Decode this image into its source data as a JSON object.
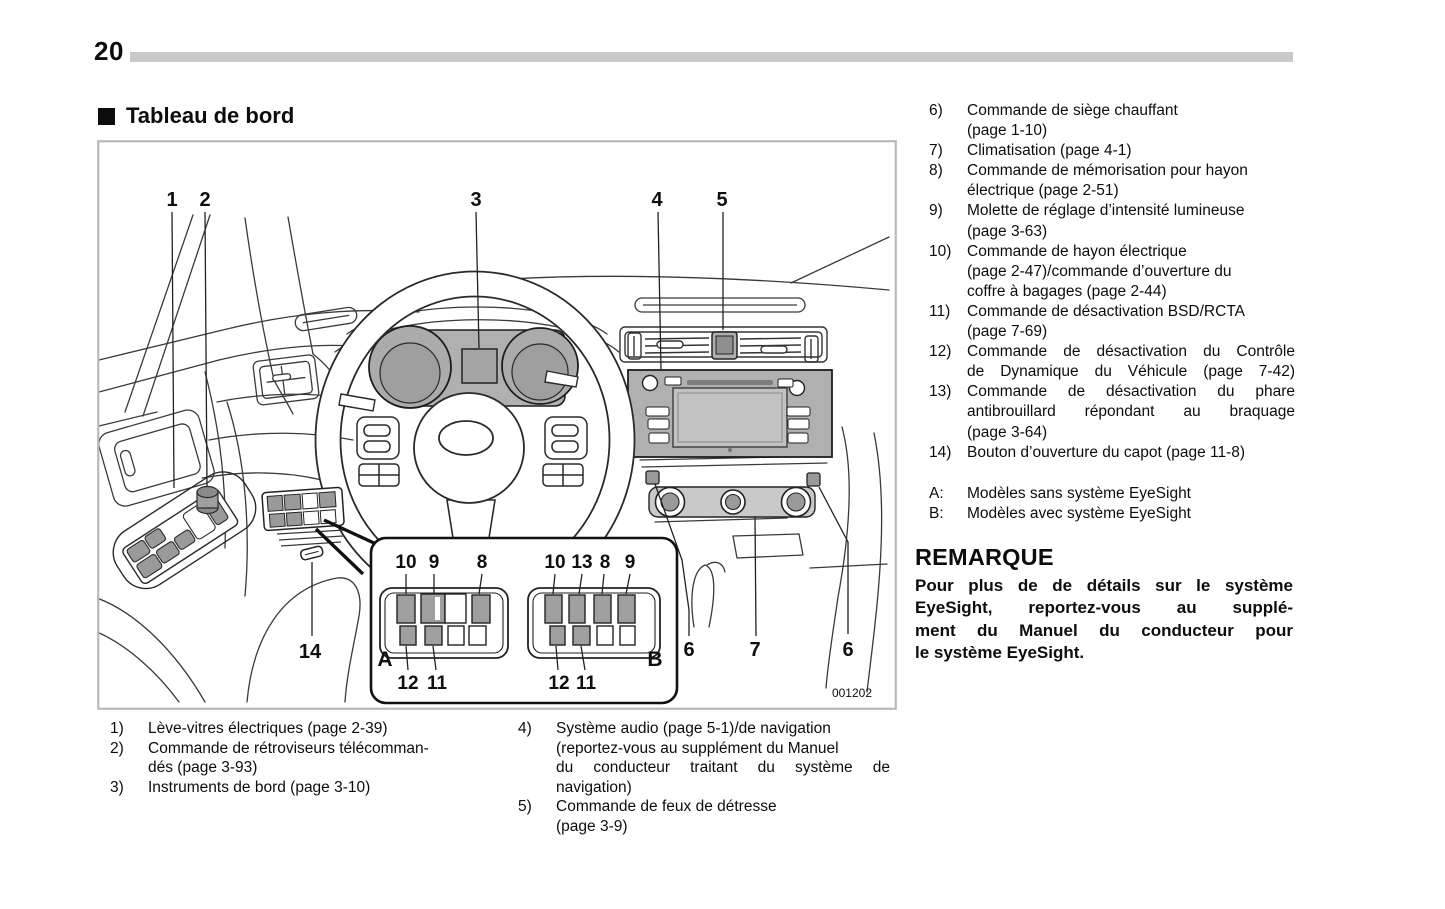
{
  "page_number": "20",
  "heading": {
    "title": "Tableau de bord"
  },
  "figure": {
    "code": "001202",
    "callouts": {
      "c1": "1",
      "c2": "2",
      "c3": "3",
      "c4": "4",
      "c5": "5",
      "c6_left": "6",
      "c7": "7",
      "c6_right": "6",
      "c14": "14"
    },
    "inset": {
      "a_label": "A",
      "b_label": "B",
      "a_top_1": "10",
      "a_top_2": "9",
      "a_top_3": "8",
      "a_bottom_1": "12",
      "a_bottom_2": "11",
      "b_top_1": "10",
      "b_top_2": "13",
      "b_top_3": "8",
      "b_top_4": "9",
      "b_bottom_1": "12",
      "b_bottom_2": "11"
    }
  },
  "caption_left": {
    "i1": {
      "num": "1)",
      "l1": "Lève-vitres électriques (page 2-39)"
    },
    "i2": {
      "num": "2)",
      "l1": "Commande de rétroviseurs télécomman-",
      "l2": "dés (page 3-93)"
    },
    "i3": {
      "num": "3)",
      "l1": "Instruments de bord (page 3-10)"
    }
  },
  "caption_mid": {
    "i4": {
      "num": "4)",
      "l1": "Système audio (page 5-1)/de navigation",
      "l2": "(reportez-vous au supplément du Manuel",
      "l3": "du conducteur traitant du système de",
      "l4": "navigation)"
    },
    "i5": {
      "num": "5)",
      "l1": "Commande de feux de détresse",
      "l2": "(page 3-9)"
    }
  },
  "right_list": {
    "i6": {
      "num": "6)",
      "l1": "Commande de siège chauffant",
      "l2": "(page 1-10)"
    },
    "i7": {
      "num": "7)",
      "l1": "Climatisation (page 4-1)"
    },
    "i8": {
      "num": "8)",
      "l1": "Commande de mémorisation pour hayon",
      "l2": "électrique (page 2-51)"
    },
    "i9": {
      "num": "9)",
      "l1": "Molette de réglage d’intensité lumineuse",
      "l2": "(page 3-63)"
    },
    "i10": {
      "num": "10)",
      "l1": "Commande de hayon électrique",
      "l2": "(page 2-47)/commande d’ouverture du",
      "l3": "coffre à bagages (page 2-44)"
    },
    "i11": {
      "num": "11)",
      "l1": "Commande de désactivation BSD/RCTA",
      "l2": "(page 7-69)"
    },
    "i12": {
      "num": "12)",
      "l1": "Commande de désactivation du Contrôle",
      "l2": "de Dynamique du Véhicule (page 7-42)"
    },
    "i13": {
      "num": "13)",
      "l1": "Commande de désactivation du phare",
      "l2": "antibrouillard répondant au braquage",
      "l3": "(page 3-64)"
    },
    "i14": {
      "num": "14)",
      "l1": "Bouton d’ouverture du capot (page 11-8)"
    },
    "model_a": {
      "num": "A:",
      "l1": "Modèles sans système EyeSight"
    },
    "model_b": {
      "num": "B:",
      "l1": "Modèles avec système EyeSight"
    }
  },
  "note": {
    "title": "REMARQUE",
    "l1": "Pour plus de de détails sur le système",
    "l2": "EyeSight, reportez-vous au supplé-",
    "l3": "ment du Manuel du conducteur pour",
    "l4": "le système EyeSight."
  }
}
